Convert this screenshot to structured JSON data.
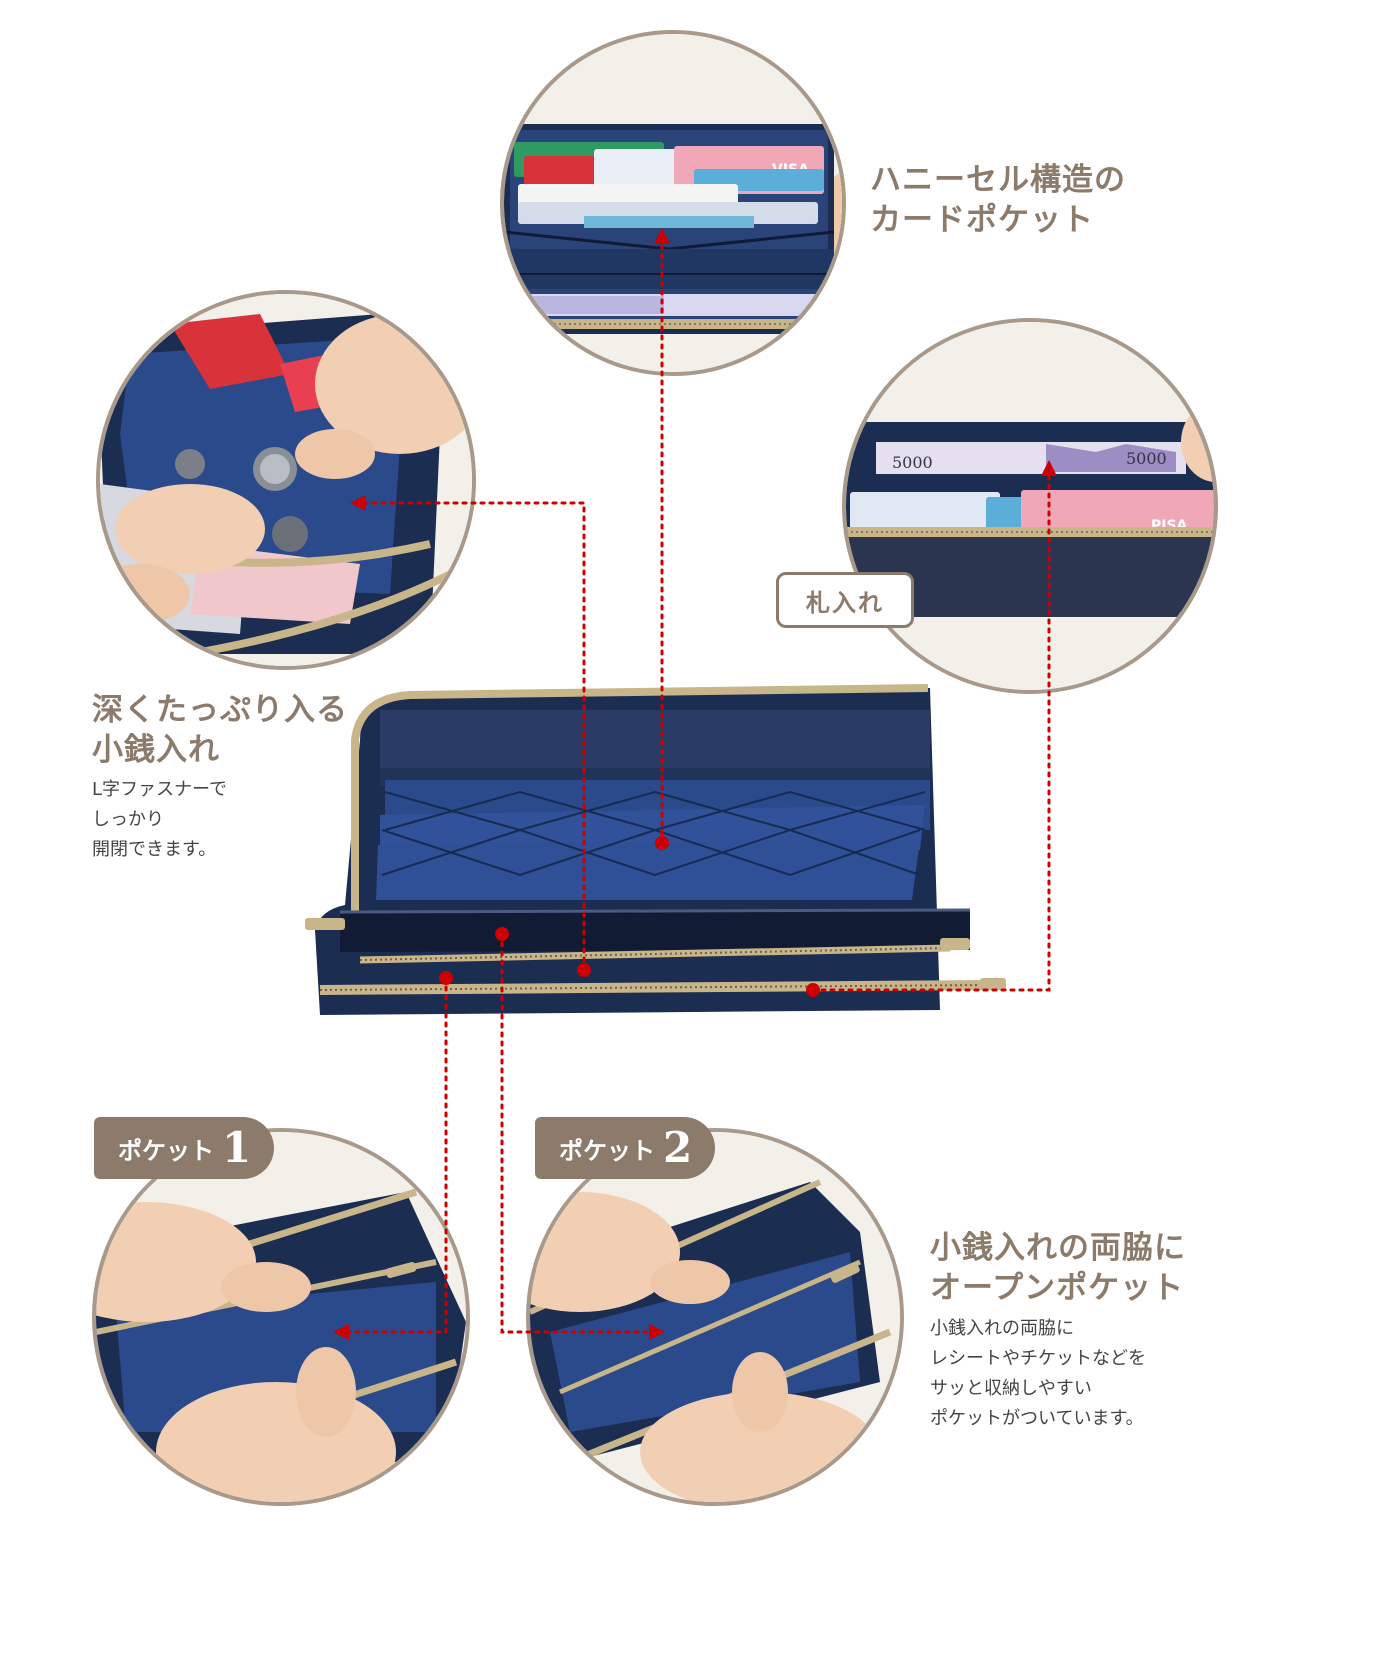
{
  "features": {
    "card_pocket": {
      "heading_line1": "ハニーセル構造の",
      "heading_line2": "カードポケット"
    },
    "bill_compartment": {
      "tag": "札入れ"
    },
    "coin_purse": {
      "heading_line1": "深くたっぷり入る",
      "heading_line2": "小銭入れ",
      "desc_line1": "L字ファスナーで",
      "desc_line2": "しっかり",
      "desc_line3": "開閉できます。"
    },
    "side_pockets": {
      "heading_line1": "小銭入れの両脇に",
      "heading_line2": "オープンポケット",
      "desc_line1": "小銭入れの両脇に",
      "desc_line2": "レシートやチケットなどを",
      "desc_line3": "サッと収納しやすい",
      "desc_line4": "ポケットがついています。"
    },
    "pocket1": {
      "label": "ポケット",
      "number": "1"
    },
    "pocket2": {
      "label": "ポケット",
      "number": "2"
    }
  },
  "card_text": {
    "brand_visa": "VISA",
    "brand_pisa": "PISA",
    "bank_note": "5000"
  },
  "colors": {
    "accent_brown": "#8c7b6b",
    "circle_border": "#a8998a",
    "leader_red": "#cc0000",
    "wallet_navy": "#1c2d52",
    "lining_blue": "#2a4a8c",
    "zipper_gold": "#c8b58a"
  }
}
